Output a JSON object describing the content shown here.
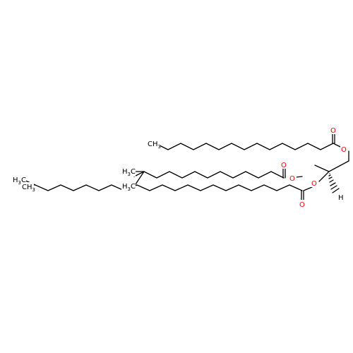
{
  "molecule": {
    "labels": {
      "oxygen": "O",
      "hydrogen": "H",
      "carbon_c": "C",
      "carbon_h": "H",
      "sub_3": "3"
    },
    "colors": {
      "bond": "#000000",
      "heteroatom_oxygen": "#ff0000",
      "background": "#ffffff"
    },
    "stereo_bond": "wedge-hashed",
    "chains": [
      {
        "name": "hexadecanoyl",
        "terminal_label": "CH3"
      },
      {
        "name": "isomethyl-branched acyl",
        "terminal_labels": [
          "H3C",
          "CH3"
        ]
      },
      {
        "name": "anteiso-branched acyl",
        "terminal_labels": [
          "H3C",
          "CH3"
        ]
      }
    ]
  }
}
